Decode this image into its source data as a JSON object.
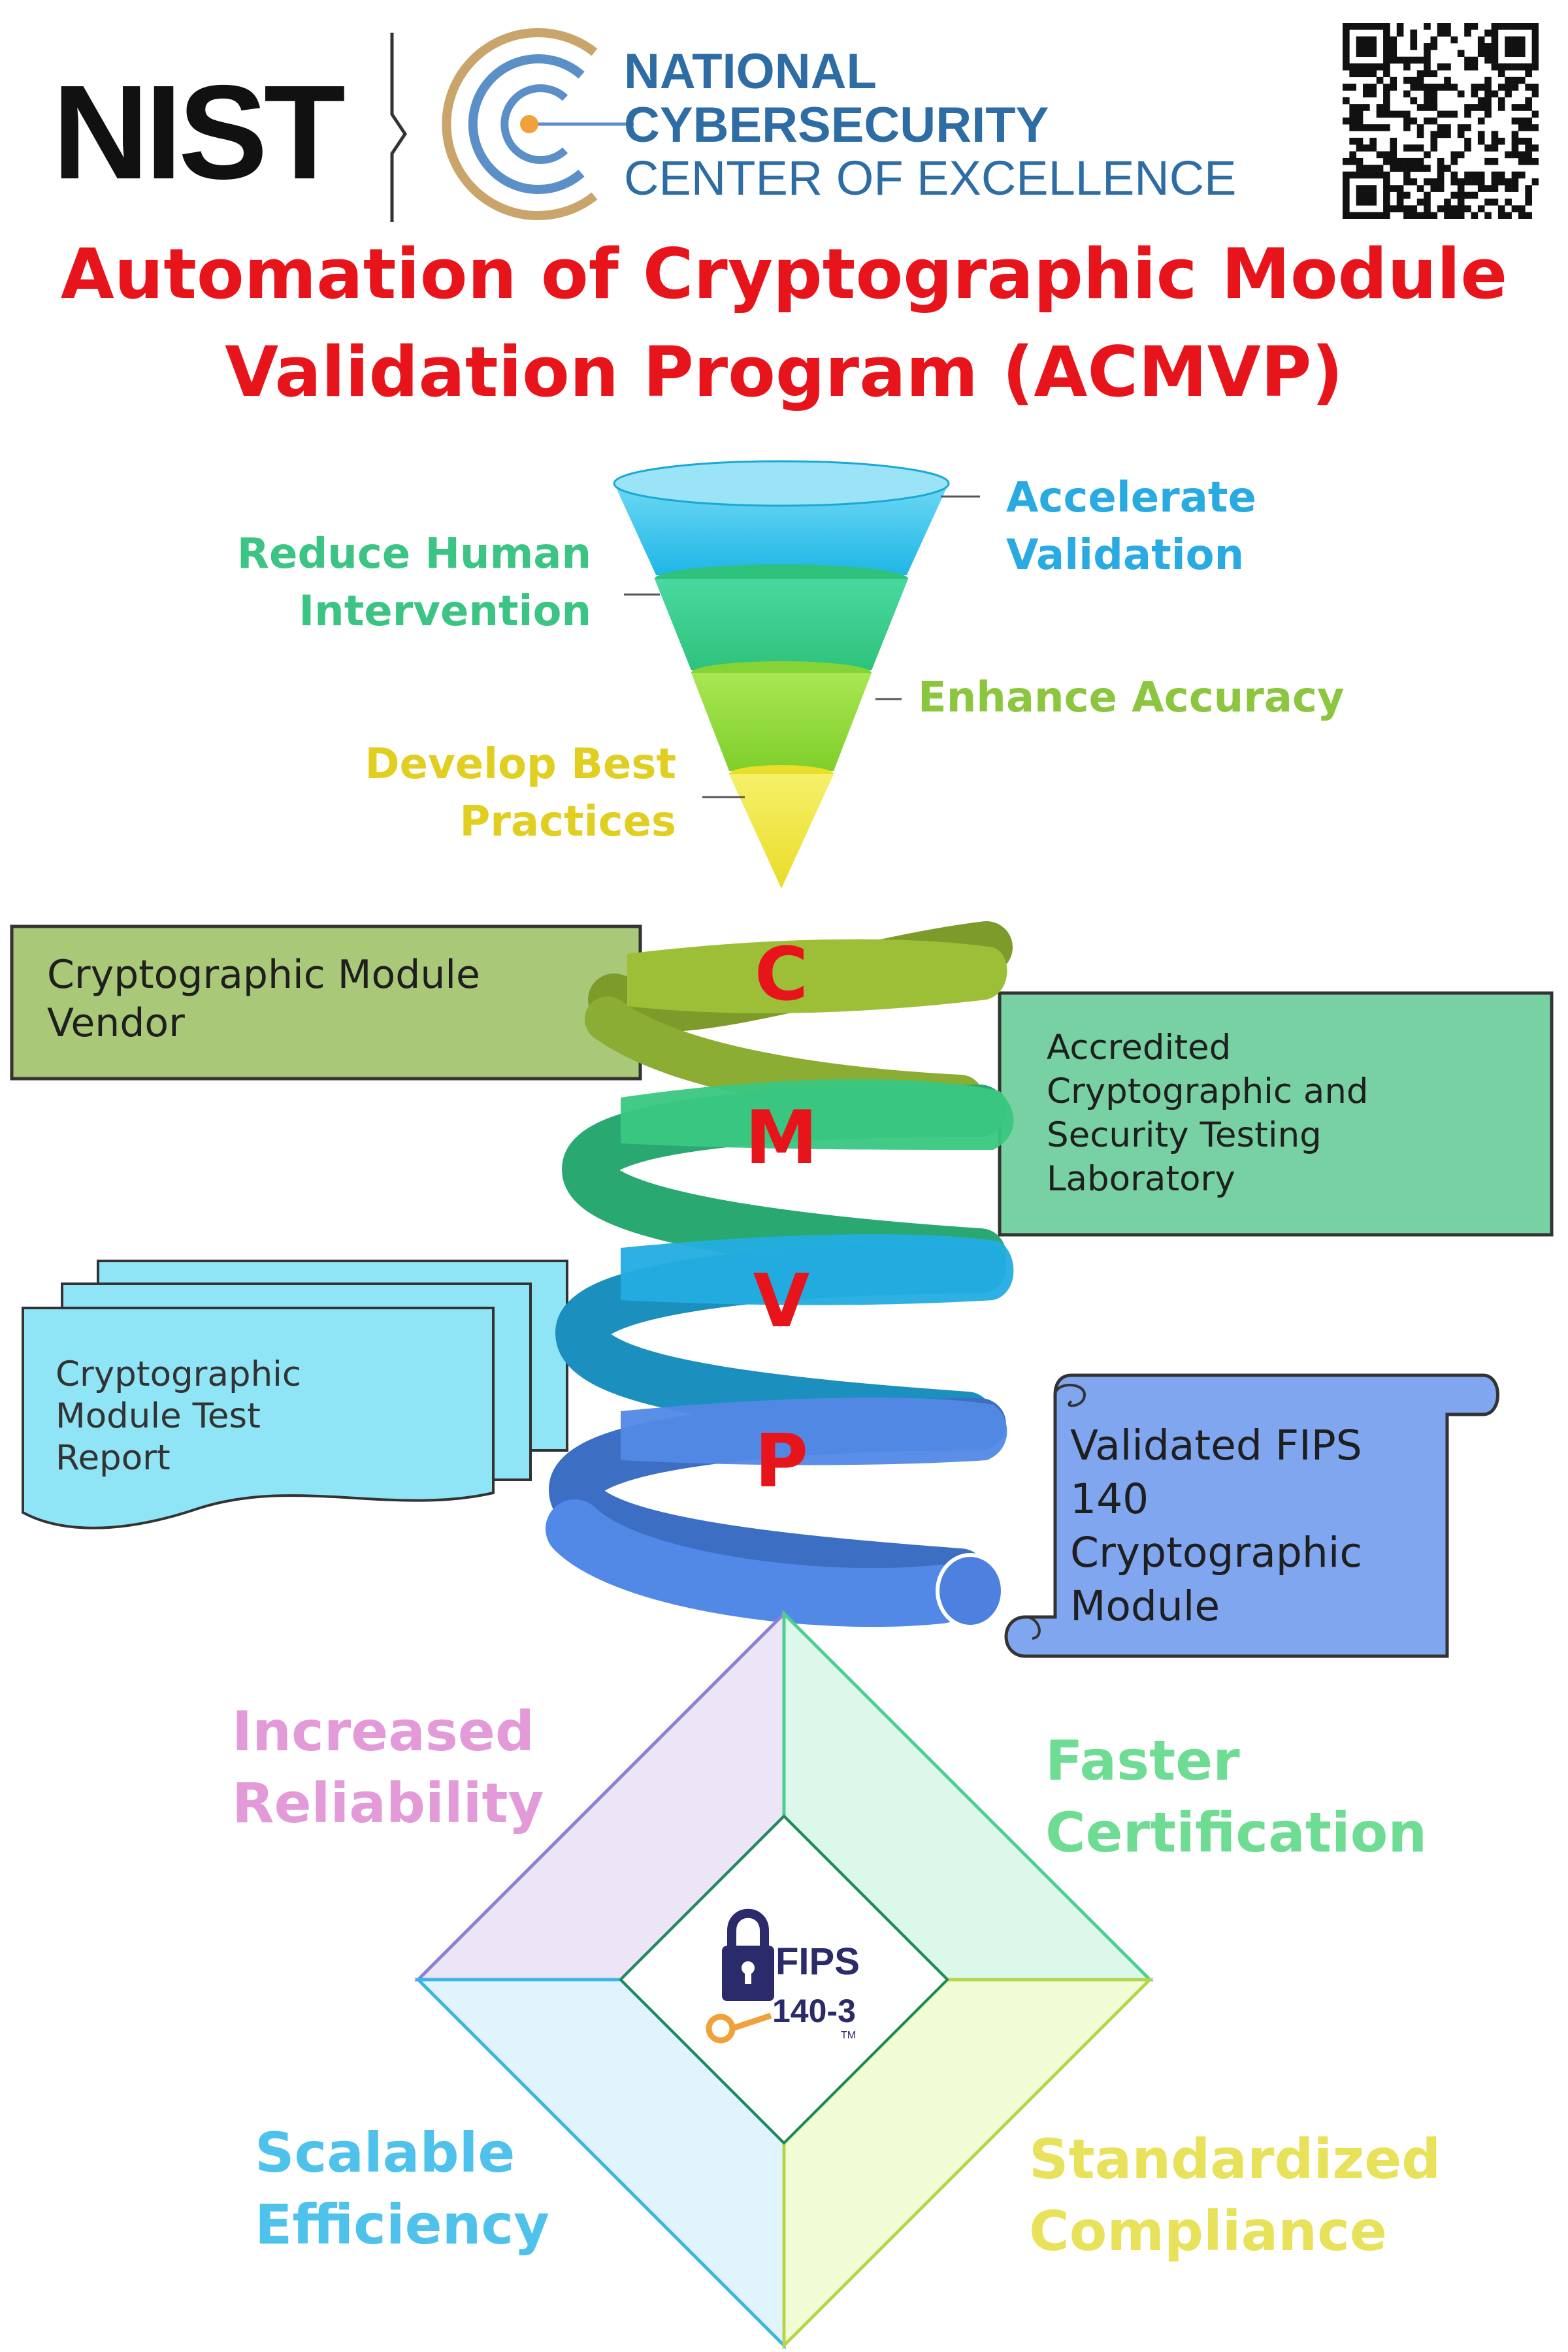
{
  "header": {
    "nist_logo": "NIST",
    "org_line1": "NATIONAL",
    "org_line2": "CYBERSECURITY",
    "org_line3": "CENTER OF EXCELLENCE",
    "colors": {
      "nist": "#111111",
      "org": "#2e6da4",
      "arc_gold": "#c9a56b",
      "arc_blue": "#5b8fc7"
    }
  },
  "title": {
    "line1": "Automation of Cryptographic Module",
    "line2": "Validation Program (ACMVP)",
    "color": "#e8141b"
  },
  "funnel": {
    "labels": {
      "accelerate_l1": "Accelerate",
      "accelerate_l2": "Validation",
      "reduce_l1": "Reduce Human",
      "reduce_l2": "Intervention",
      "enhance": "Enhance Accuracy",
      "develop_l1": "Develop Best",
      "develop_l2": "Practices"
    },
    "colors": {
      "blue": "#3ec4ec",
      "teal": "#3fd38f",
      "lime": "#9edd3c",
      "yellow": "#f4ec3c"
    }
  },
  "spiral": {
    "letters": [
      "C",
      "M",
      "V",
      "P"
    ],
    "colors": [
      "#96b934",
      "#36c47c",
      "#21a8d8",
      "#4e86e2"
    ]
  },
  "boxes": {
    "vendor": {
      "line1": "Cryptographic Module",
      "line2": "Vendor"
    },
    "lab": {
      "line1": "Accredited",
      "line2": "Cryptographic and",
      "line3": "Security Testing",
      "line4": "Laboratory"
    },
    "report": {
      "line1": "Cryptographic",
      "line2": "Module Test",
      "line3": "Report"
    },
    "certificate": {
      "line1": "Validated FIPS",
      "line2": "140",
      "line3": "Cryptographic",
      "line4": "Module"
    }
  },
  "benefits": {
    "reliability_l1": "Increased",
    "reliability_l2": "Reliability",
    "faster_l1": "Faster",
    "faster_l2": "Certification",
    "scalable_l1": "Scalable",
    "scalable_l2": "Efficiency",
    "standard_l1": "Standardized",
    "standard_l2": "Compliance"
  },
  "fips_logo": {
    "line1": "FIPS",
    "line2": "140-3",
    "tm": "TM"
  }
}
